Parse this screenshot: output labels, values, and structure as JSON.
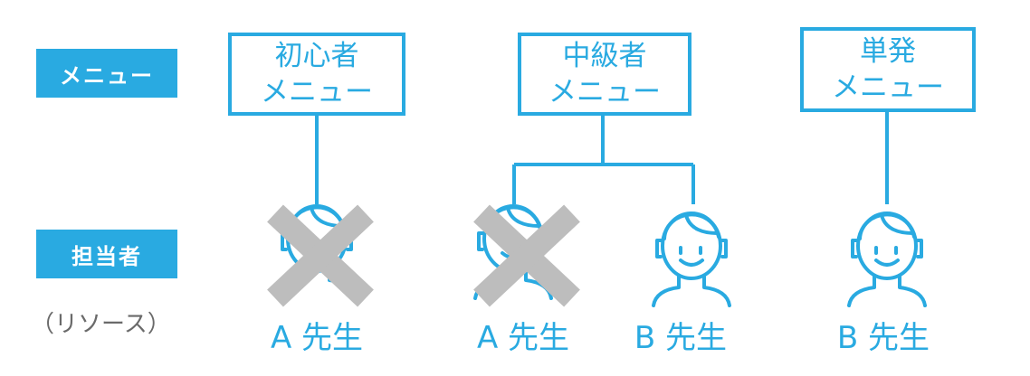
{
  "rows": {
    "menu_label": "メニュー",
    "staff_label": "担当者",
    "staff_sub": "（リソース）"
  },
  "menus": [
    {
      "line1": "初心者",
      "line2": "メニュー"
    },
    {
      "line1": "中級者",
      "line2": "メニュー"
    },
    {
      "line1": "単発",
      "line2": "メニュー"
    }
  ],
  "teachers": [
    {
      "label": "A 先生",
      "unavailable": true
    },
    {
      "label": "A 先生",
      "unavailable": true
    },
    {
      "label": "B 先生",
      "unavailable": false
    },
    {
      "label": "B 先生",
      "unavailable": false
    }
  ],
  "colors": {
    "accent": "#29aae1",
    "cross": "#bdbdbd",
    "subtext": "#6a6a6a"
  },
  "icons": {
    "person": "person-with-headset-icon",
    "cross": "cross-x-icon"
  }
}
